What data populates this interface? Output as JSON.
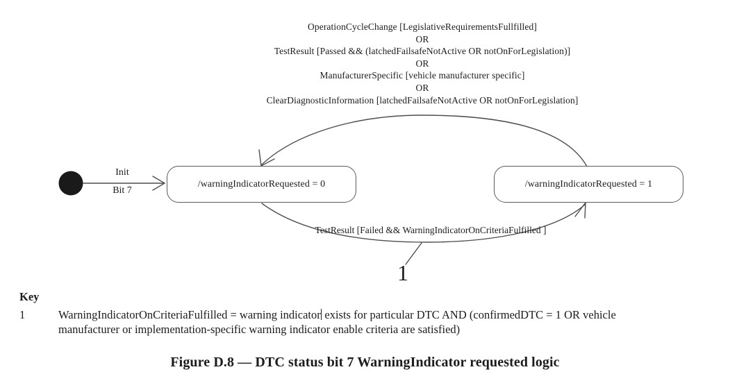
{
  "diagram": {
    "initial_transition": {
      "label_top": "Init",
      "label_bottom": "Bit 7"
    },
    "states": [
      {
        "label": "/warningIndicatorRequested = 0"
      },
      {
        "label": "/warningIndicatorRequested = 1"
      }
    ],
    "transition_to_zero": {
      "lines": [
        "OperationCycleChange [LegislativeRequirementsFullfilled]",
        "OR",
        "TestResult [Passed && (latchedFailsafeNotActive OR notOnForLegislation)]",
        "OR",
        "ManufacturerSpecific [vehicle manufacturer specific]",
        "OR",
        "ClearDiagnosticInformation [latchedFailsafeNotActive OR notOnForLegislation]"
      ]
    },
    "transition_to_one": {
      "label": "TestResult [Failed && WarningIndicatorOnCriteriaFulfilled ]",
      "ref": "1"
    }
  },
  "key": {
    "title": "Key",
    "items": [
      {
        "ref": "1",
        "text_before_cursor": "WarningIndicatorOnCriteriaFulfilled = warning indicator",
        "text_after_cursor": " exists for particular DTC AND (confirmedDTC = 1 OR vehicle",
        "text_line2": "manufacturer or implementation-specific warning indicator enable criteria are satisfied)"
      }
    ]
  },
  "caption": "Figure D.8 — DTC status bit 7 WarningIndicator requested logic",
  "colors": {
    "line": "#4d4d4d",
    "state_border": "#5a5a5a",
    "text": "#1c1c1c",
    "background": "#ffffff"
  }
}
